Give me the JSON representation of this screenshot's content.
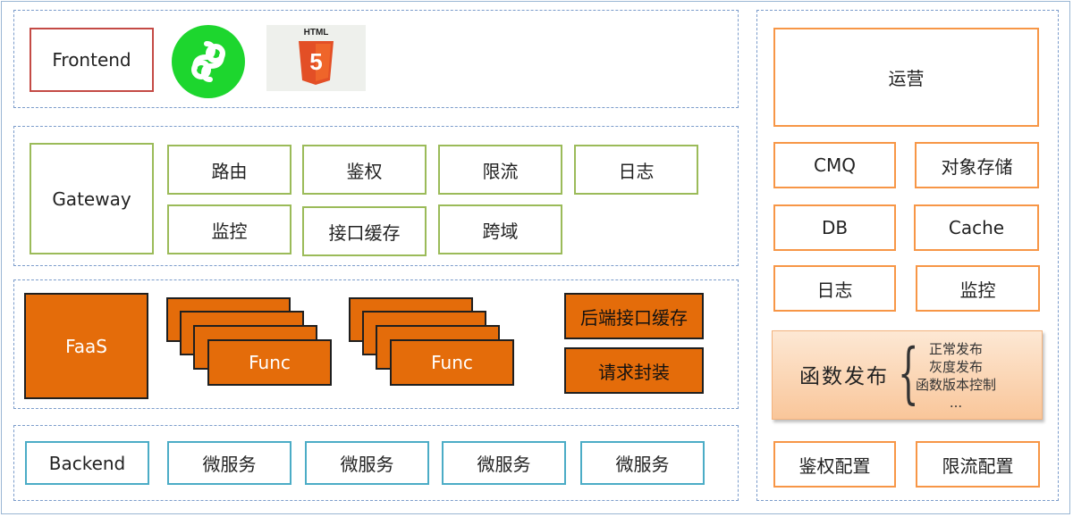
{
  "frontend": {
    "label": "Frontend",
    "icons": [
      "mini-program-icon",
      "html5-icon"
    ],
    "html5_text": "HTML",
    "html5_digit": "5"
  },
  "gateway": {
    "label": "Gateway",
    "items": [
      "路由",
      "鉴权",
      "限流",
      "日志",
      "监控",
      "接口缓存",
      "跨域"
    ]
  },
  "faas": {
    "label": "FaaS",
    "func1": "Func",
    "func2": "Func",
    "cache": "后端接口缓存",
    "wrap": "请求封装"
  },
  "backend": {
    "label": "Backend",
    "services": [
      "微服务",
      "微服务",
      "微服务",
      "微服务"
    ]
  },
  "ops": {
    "title": "运营",
    "items": [
      "CMQ",
      "对象存储",
      "DB",
      "Cache",
      "日志",
      "监控"
    ],
    "publish": {
      "title": "函数发布",
      "brace": "{",
      "list": [
        "正常发布",
        "灰度发布",
        "函数版本控制",
        "..."
      ]
    },
    "auth_config": "鉴权配置",
    "limit_config": "限流配置"
  },
  "colors": {
    "red": "#c44a45",
    "green": "#9bbb59",
    "teal": "#4bacc6",
    "orange": "#f79646",
    "faas": "#e46c0a",
    "miniprogram": "#1dd62e",
    "html5": "#e34f26"
  }
}
